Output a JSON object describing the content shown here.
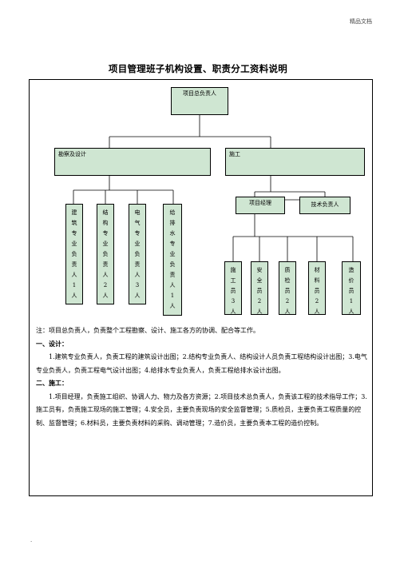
{
  "header_tag": "精品文档",
  "title": "项目管理班子机构设置、职责分工资料说明",
  "chart": {
    "top": "项目总负责人",
    "branch_left": "勘察及设计",
    "branch_right": "施工",
    "manager": "项目经理",
    "tech_lead": "技术负责人",
    "design_roles": [
      {
        "chars": [
          "建",
          "筑",
          "专",
          "业",
          "负",
          "责",
          "人",
          "1",
          "人"
        ]
      },
      {
        "chars": [
          "结",
          "构",
          "专",
          "业",
          "负",
          "责",
          "人",
          "2",
          "人"
        ]
      },
      {
        "chars": [
          "电",
          "气",
          "专",
          "业",
          "负",
          "责",
          "人",
          "3",
          "人"
        ]
      },
      {
        "chars": [
          "给",
          "排",
          "水",
          "专",
          "业",
          "负",
          "责",
          "人",
          "1",
          "人"
        ]
      }
    ],
    "construction_roles": [
      {
        "chars": [
          "施",
          "工",
          "员",
          "3",
          "人"
        ]
      },
      {
        "chars": [
          "安",
          "全",
          "员",
          "2",
          "人"
        ]
      },
      {
        "chars": [
          "质",
          "检",
          "员",
          "2",
          "人"
        ]
      },
      {
        "chars": [
          "材",
          "料",
          "员",
          "2",
          "人"
        ]
      },
      {
        "chars": [
          "造",
          "价",
          "员",
          "1",
          "人"
        ]
      }
    ]
  },
  "notes": {
    "intro": "注：项目总负责人，负责整个工程勘察、设计、施工各方的协调、配合等工作。",
    "sec1_title": "一、设计：",
    "sec1_body": "1.建筑专业负责人，负责工程的建筑设计出图；2.结构专业负责人、结构设计人员负责工程结构设计出图；3.电气专业负责人，负责工程电气设计出图；4.给排水专业负责人，负责工程给排水设计出图。",
    "sec2_title": "二、施工：",
    "sec2_body": "1.项目经理，负责施工组织、协调人力、物力及各方资源；2.项目技术总负责人，负责该工程的技术指导工作；3.施工员有，负责施工现场的施工管理；4.安全员，主要负责现场的安全监督管理；5.质检员，主要负责工程质量的控制、监督管理；6.材料员，主要负责材料的采购、调动管理；7.造价员，主要负责本工程的造价控制。"
  },
  "footer_mark": "."
}
